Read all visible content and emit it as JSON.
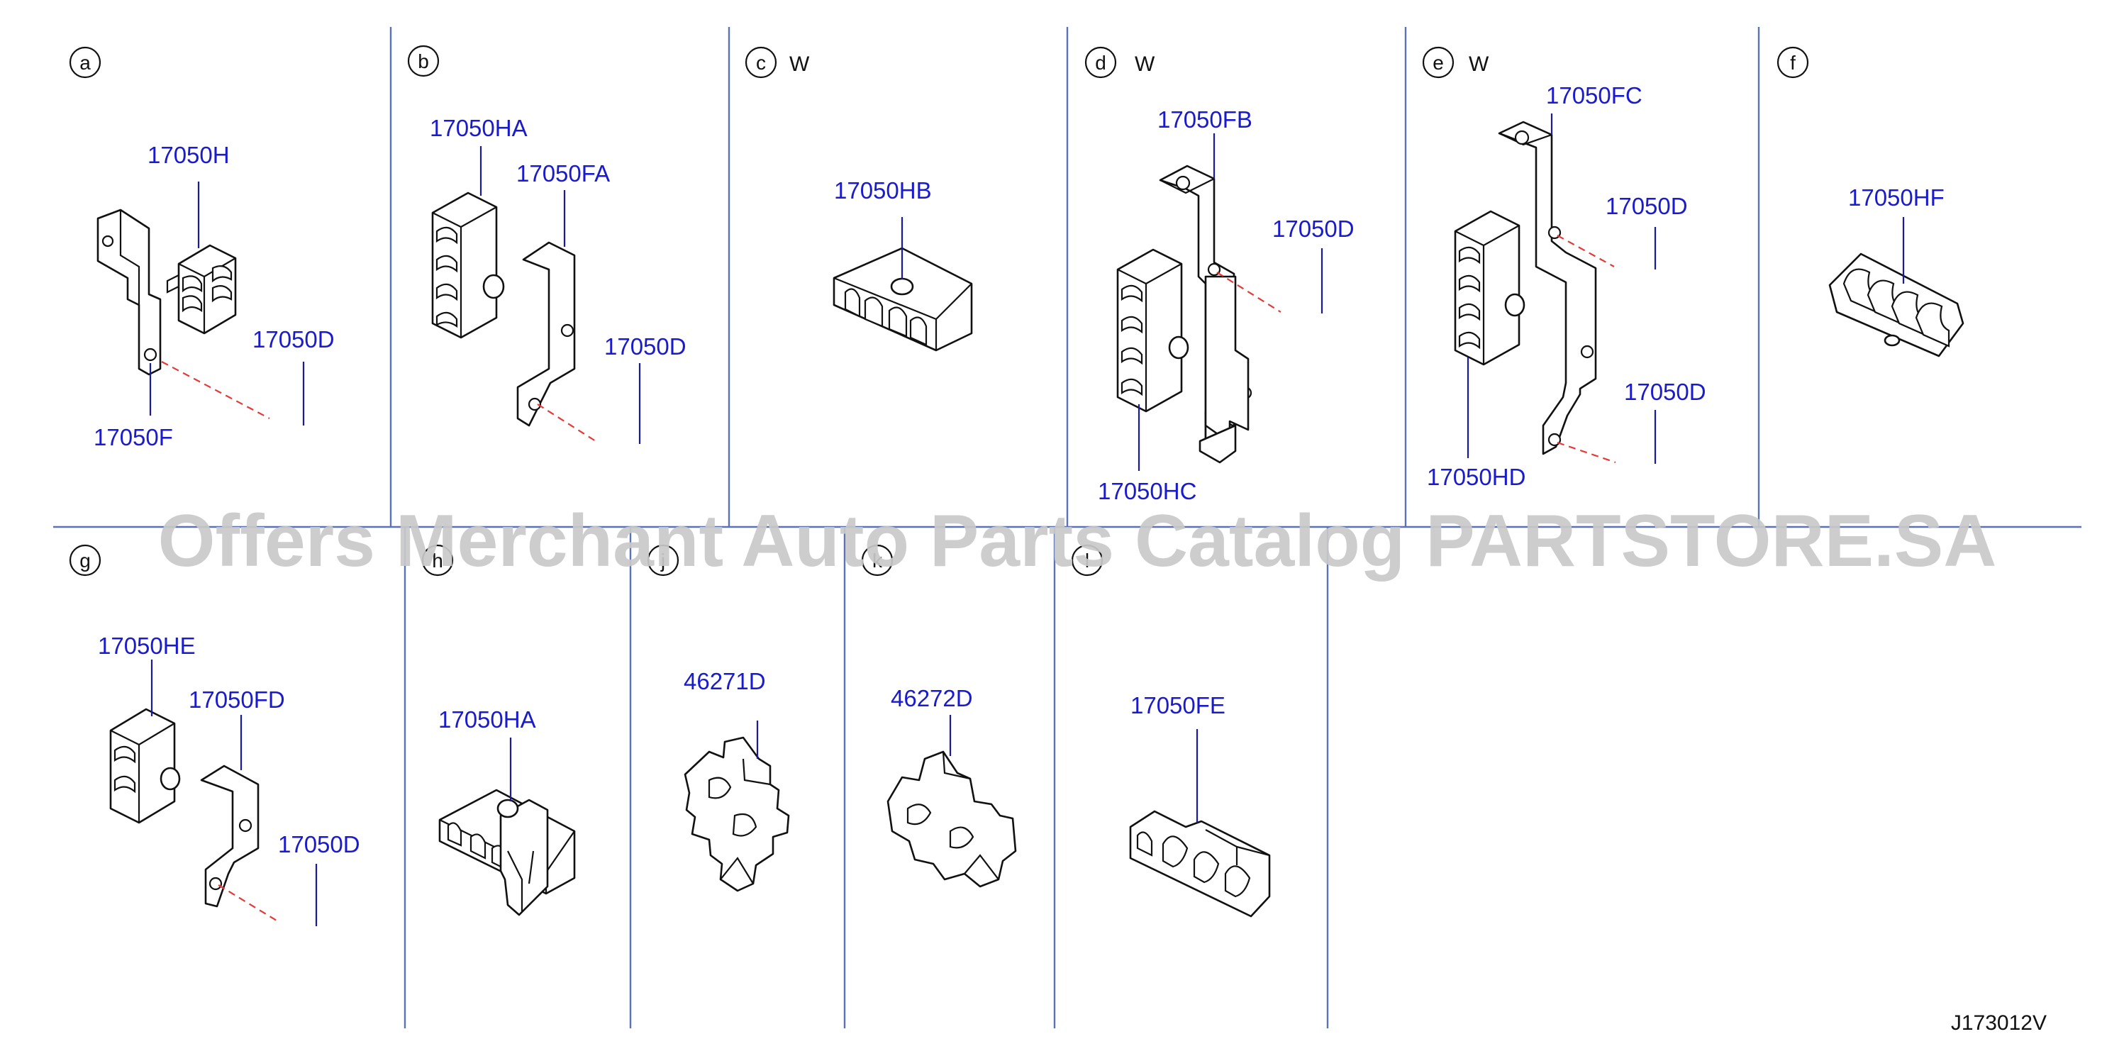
{
  "colors": {
    "grid": "#5b73b4",
    "callout": "#1a1acf",
    "leader": "#1a1a9a",
    "dash": "#e23a3a",
    "ink": "#111111",
    "watermark": "#c9c9c9"
  },
  "panels": [
    {
      "letter": "a",
      "w": "",
      "labels": [
        "17050H",
        "17050D",
        "17050F"
      ]
    },
    {
      "letter": "b",
      "w": "",
      "labels": [
        "17050HA",
        "17050FA",
        "17050D"
      ]
    },
    {
      "letter": "c",
      "w": "W",
      "labels": [
        "17050HB"
      ]
    },
    {
      "letter": "d",
      "w": "W",
      "labels": [
        "17050FB",
        "17050D",
        "17050HC"
      ]
    },
    {
      "letter": "e",
      "w": "W",
      "labels": [
        "17050FC",
        "17050D",
        "17050D",
        "17050HD"
      ]
    },
    {
      "letter": "f",
      "w": "",
      "labels": [
        "17050HF"
      ]
    },
    {
      "letter": "g",
      "w": "",
      "labels": [
        "17050HE",
        "17050FD",
        "17050D"
      ]
    },
    {
      "letter": "h",
      "w": "",
      "labels": [
        "17050HA"
      ]
    },
    {
      "letter": "j",
      "w": "",
      "labels": [
        "46271D"
      ]
    },
    {
      "letter": "k",
      "w": "",
      "labels": [
        "46272D"
      ]
    },
    {
      "letter": "l",
      "w": "",
      "labels": [
        "17050FE"
      ]
    }
  ],
  "watermark": "Offers Merchant Auto Parts Catalog PARTSTORE.SA",
  "diagram_code": "J173012V"
}
